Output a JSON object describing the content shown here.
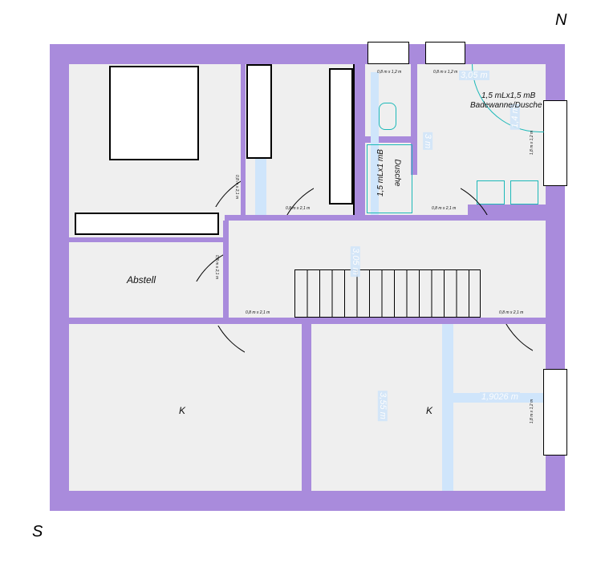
{
  "compass": {
    "north": "N",
    "south": "S"
  },
  "rooms": {
    "storage": "Abstell",
    "cellar_left": "K",
    "cellar_right": "K"
  },
  "bathroom": {
    "tub_size": "1,5 mLx1,5 mB",
    "tub_label": "Badewanne/Dusche"
  },
  "shower": {
    "size": "1,5 mLx1 mB",
    "label": "Dusche"
  },
  "doors": {
    "door_label": "0,8 m x 2,1 m"
  },
  "windows": {
    "small": "0,8 m x 1,2 m",
    "large": "1,8 m x 1,2 m"
  },
  "dimensions": {
    "bath_width": "3,05 m",
    "bath_depth": "1,4 m",
    "hall_wc": "3 m",
    "hall_len": "3,05 m",
    "cellar_depth": "3,55 m",
    "cellar_width": "1,9026 m"
  },
  "colors": {
    "wall": "#a98bdc",
    "floor": "#efefef",
    "fixture": "#1cb8b8",
    "dimension": "#cfe5fb"
  }
}
